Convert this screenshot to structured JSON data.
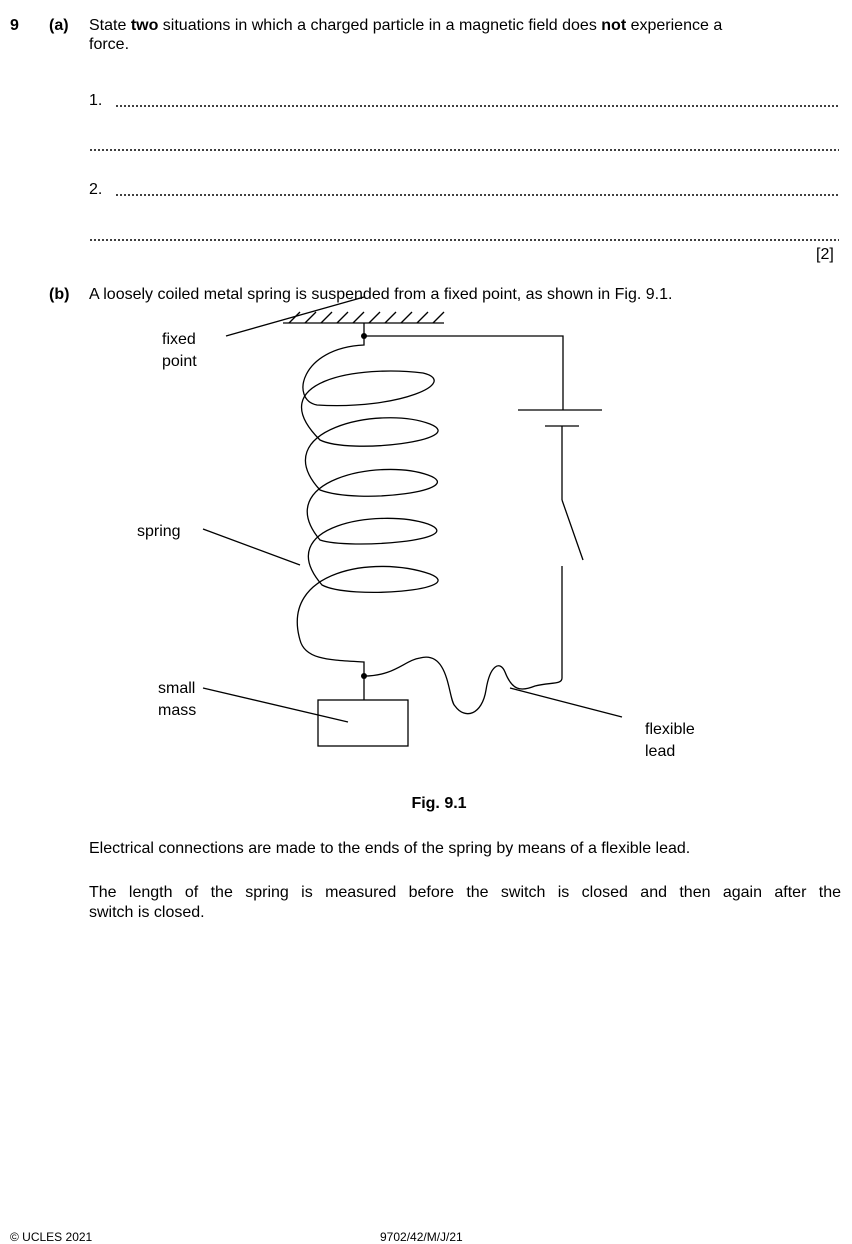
{
  "question": {
    "number": "9",
    "part_a": {
      "label": "(a)",
      "text_1": "State ",
      "text_bold_1": "two",
      "text_2": " situations in which a charged particle in a magnetic field does ",
      "text_bold_2": "not",
      "text_3": " experience a",
      "text_4": "force.",
      "line_1_prefix": "1.",
      "line_2_prefix": "2.",
      "marks": "[2]"
    },
    "part_b": {
      "label": "(b)",
      "intro": "A loosely coiled metal spring is suspended from a fixed point, as shown in Fig. 9.1.",
      "figure": {
        "label_fixed_1": "fixed",
        "label_fixed_2": "point",
        "label_spring": "spring",
        "label_small_1": "small",
        "label_small_2": "mass",
        "label_flexible_1": "flexible",
        "label_flexible_2": "lead",
        "caption": "Fig. 9.1"
      },
      "para_1": "Electrical connections are made to the ends of the spring by means of a flexible lead.",
      "para_2_line_1": "The length of the spring is measured before the switch is closed and then again after the",
      "para_2_line_2": "switch is closed."
    }
  },
  "footer": {
    "copyright": "© UCLES 2021",
    "code": "9702/42/M/J/21"
  }
}
